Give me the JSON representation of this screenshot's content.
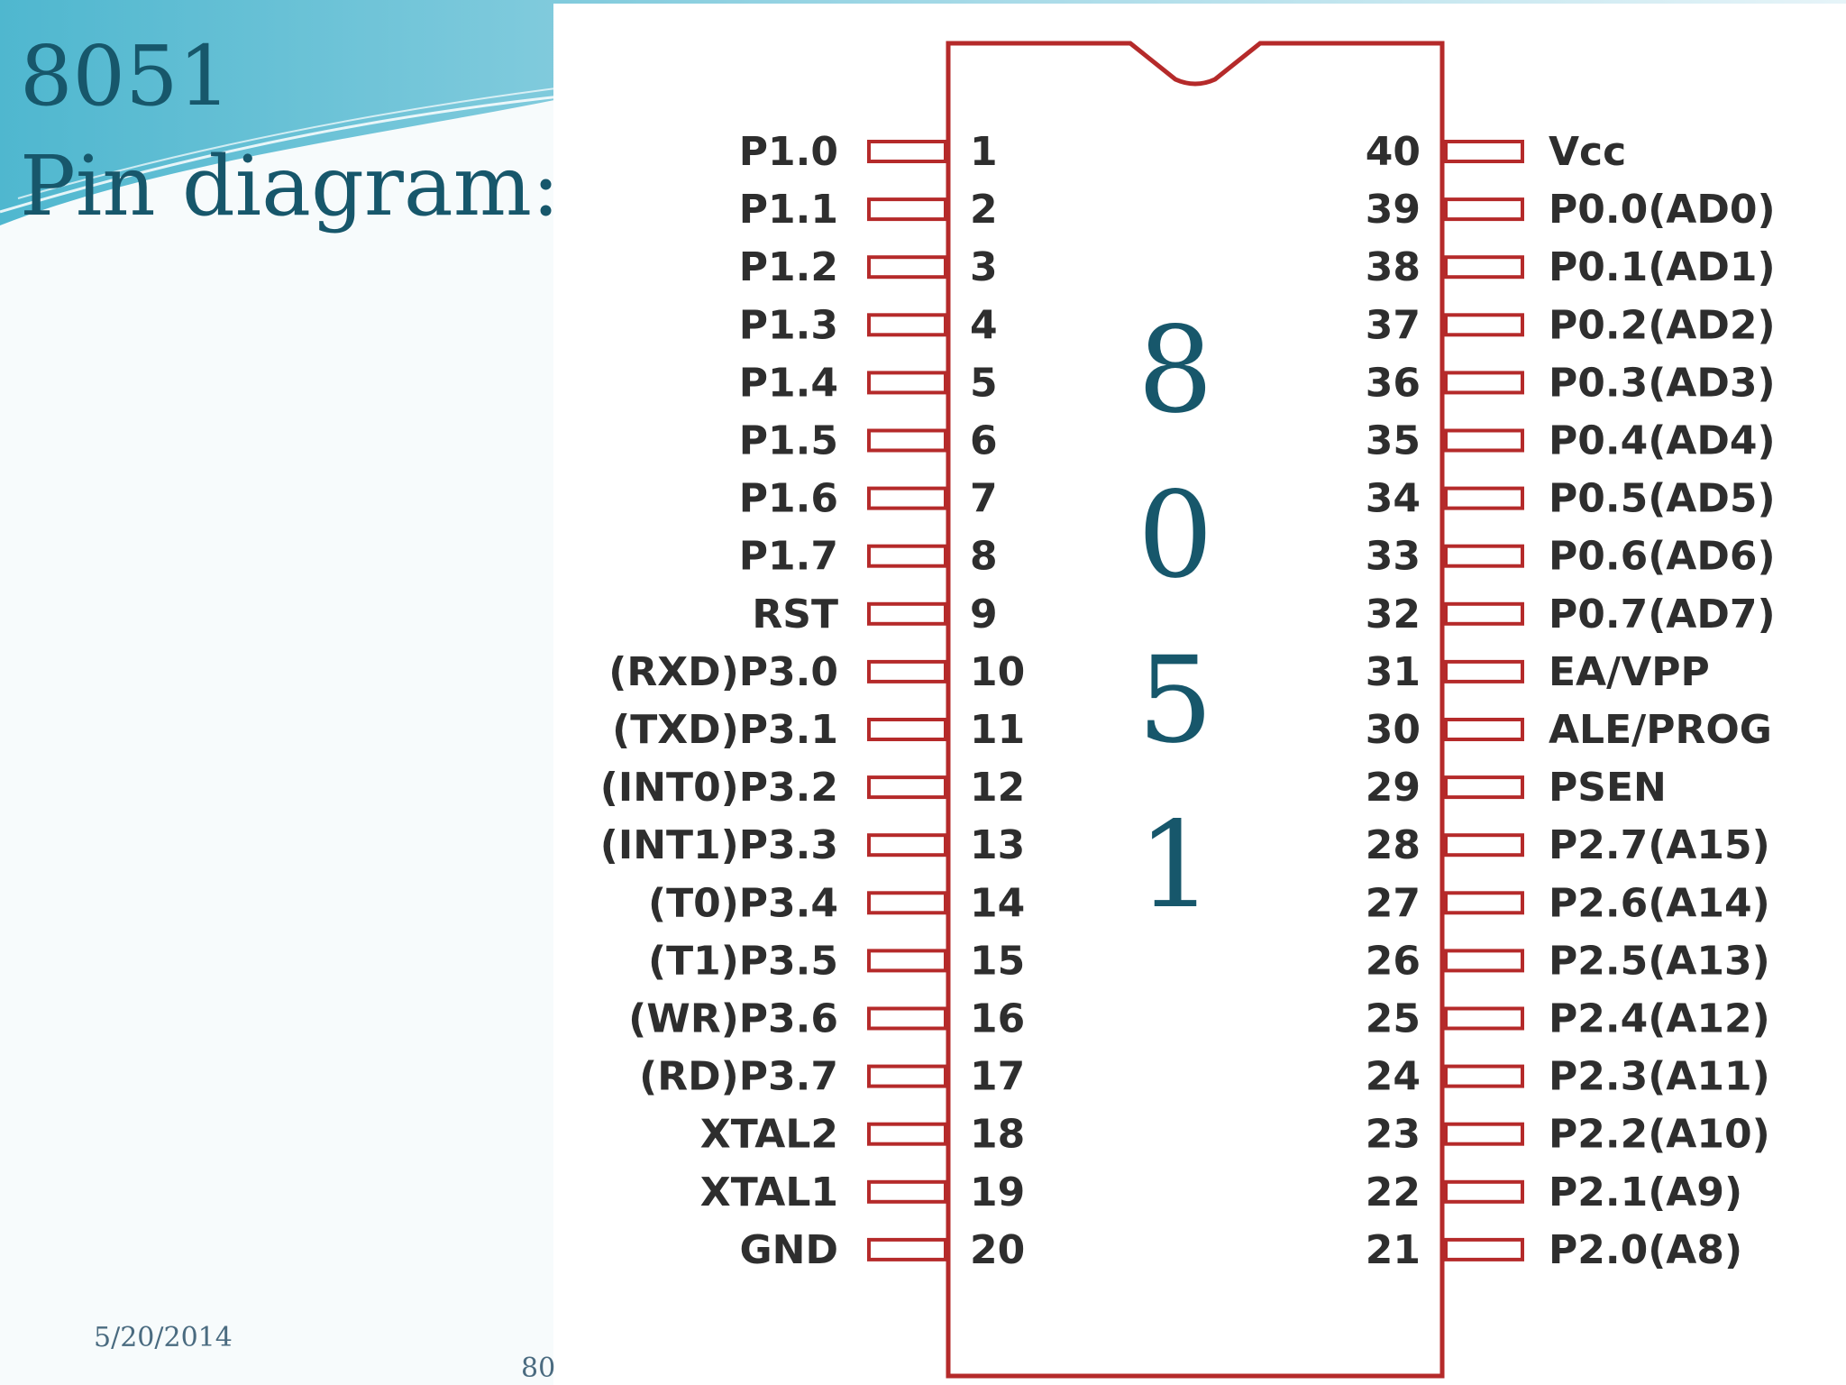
{
  "slide": {
    "title_line1": "8051",
    "title_line2": "Pin diagram:-",
    "date": "5/20/2014",
    "page_number": "80"
  },
  "colors": {
    "title": "#17576b",
    "chip_outline": "#b52a2a",
    "pin_label": "#2e2e2e",
    "chip_text": "#17576b"
  },
  "chip": {
    "name_chars": [
      "8",
      "0",
      "5",
      "1"
    ]
  },
  "left_pins": [
    {
      "num": "1",
      "label": "P1.0"
    },
    {
      "num": "2",
      "label": "P1.1"
    },
    {
      "num": "3",
      "label": "P1.2"
    },
    {
      "num": "4",
      "label": "P1.3"
    },
    {
      "num": "5",
      "label": "P1.4"
    },
    {
      "num": "6",
      "label": "P1.5"
    },
    {
      "num": "7",
      "label": "P1.6"
    },
    {
      "num": "8",
      "label": "P1.7"
    },
    {
      "num": "9",
      "label": "RST"
    },
    {
      "num": "10",
      "label": "(RXD)P3.0"
    },
    {
      "num": "11",
      "label": "(TXD)P3.1"
    },
    {
      "num": "12",
      "label": "(INT0)P3.2"
    },
    {
      "num": "13",
      "label": "(INT1)P3.3"
    },
    {
      "num": "14",
      "label": "(T0)P3.4"
    },
    {
      "num": "15",
      "label": "(T1)P3.5"
    },
    {
      "num": "16",
      "label": "(WR)P3.6"
    },
    {
      "num": "17",
      "label": "(RD)P3.7"
    },
    {
      "num": "18",
      "label": "XTAL2"
    },
    {
      "num": "19",
      "label": "XTAL1"
    },
    {
      "num": "20",
      "label": "GND"
    }
  ],
  "right_pins": [
    {
      "num": "40",
      "label": "Vcc"
    },
    {
      "num": "39",
      "label": "P0.0(AD0)"
    },
    {
      "num": "38",
      "label": "P0.1(AD1)"
    },
    {
      "num": "37",
      "label": "P0.2(AD2)"
    },
    {
      "num": "36",
      "label": "P0.3(AD3)"
    },
    {
      "num": "35",
      "label": "P0.4(AD4)"
    },
    {
      "num": "34",
      "label": "P0.5(AD5)"
    },
    {
      "num": "33",
      "label": "P0.6(AD6)"
    },
    {
      "num": "32",
      "label": "P0.7(AD7)"
    },
    {
      "num": "31",
      "label": "EA/VPP"
    },
    {
      "num": "30",
      "label": "ALE/PROG"
    },
    {
      "num": "29",
      "label": "PSEN"
    },
    {
      "num": "28",
      "label": "P2.7(A15)"
    },
    {
      "num": "27",
      "label": "P2.6(A14)"
    },
    {
      "num": "26",
      "label": "P2.5(A13)"
    },
    {
      "num": "25",
      "label": "P2.4(A12)"
    },
    {
      "num": "24",
      "label": "P2.3(A11)"
    },
    {
      "num": "23",
      "label": "P2.2(A10)"
    },
    {
      "num": "22",
      "label": "P2.1(A9)"
    },
    {
      "num": "21",
      "label": "P2.0(A8)"
    }
  ]
}
